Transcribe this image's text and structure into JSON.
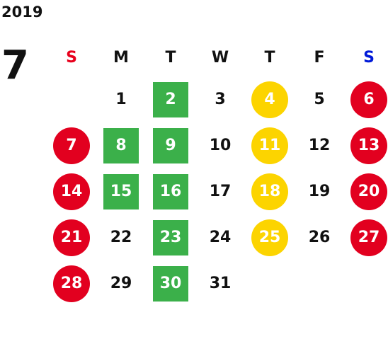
{
  "calendar": {
    "year": "2019",
    "month": "7",
    "weekdays": [
      "S",
      "M",
      "T",
      "W",
      "T",
      "F",
      "S"
    ],
    "days": [
      "",
      "1",
      "2",
      "3",
      "4",
      "5",
      "6",
      "7",
      "8",
      "9",
      "10",
      "11",
      "12",
      "13",
      "14",
      "15",
      "16",
      "17",
      "18",
      "19",
      "20",
      "21",
      "22",
      "23",
      "24",
      "25",
      "26",
      "27",
      "28",
      "29",
      "30",
      "31",
      "",
      "",
      ""
    ]
  },
  "colors": {
    "sunday_header": "#e8001c",
    "saturday_header": "#0019d8",
    "holiday_circle_red": "#e2001f",
    "highlight_circle_yellow": "#fcd400",
    "highlight_square_green": "#3bb04a"
  }
}
